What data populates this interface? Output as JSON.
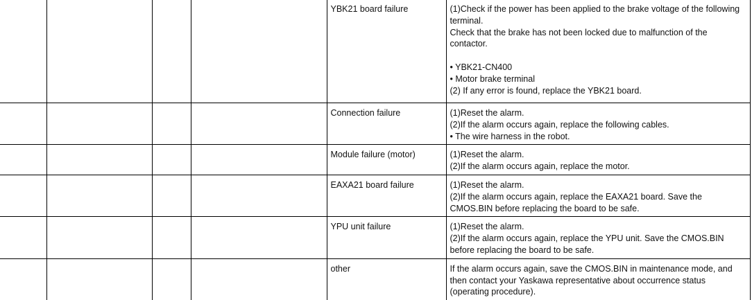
{
  "rows": [
    {
      "cause": "YBK21 board failure",
      "remedy": [
        "(1)Check if the power has been applied to the brake voltage of the following terminal.",
        "Check that the brake has not been locked due to malfunction of the contactor.",
        "",
        "• YBK21-CN400",
        "• Motor brake terminal",
        "(2) If any error is found, replace the YBK21 board."
      ]
    },
    {
      "cause": "Connection failure",
      "remedy": [
        "(1)Reset the alarm.",
        "(2)If the alarm occurs again, replace the following cables.",
        "• The wire harness in the robot."
      ]
    },
    {
      "cause": "Module failure (motor)",
      "remedy": [
        "(1)Reset the alarm.",
        "(2)If the alarm occurs again, replace the motor."
      ]
    },
    {
      "cause": "EAXA21 board failure",
      "remedy": [
        "(1)Reset the alarm.",
        "(2)If the alarm occurs again, replace the EAXA21 board. Save the CMOS.BIN before replacing the board to be safe."
      ]
    },
    {
      "cause": "YPU unit failure",
      "remedy": [
        "(1)Reset the alarm.",
        "(2)If the alarm occurs again, replace the YPU unit. Save the CMOS.BIN before replacing the board to be safe."
      ]
    },
    {
      "cause": "other",
      "remedy": [
        "If the alarm occurs again, save the CMOS.BIN in maintenance mode, and then contact your Yaskawa representative about occurrence status (operating procedure)."
      ]
    }
  ]
}
